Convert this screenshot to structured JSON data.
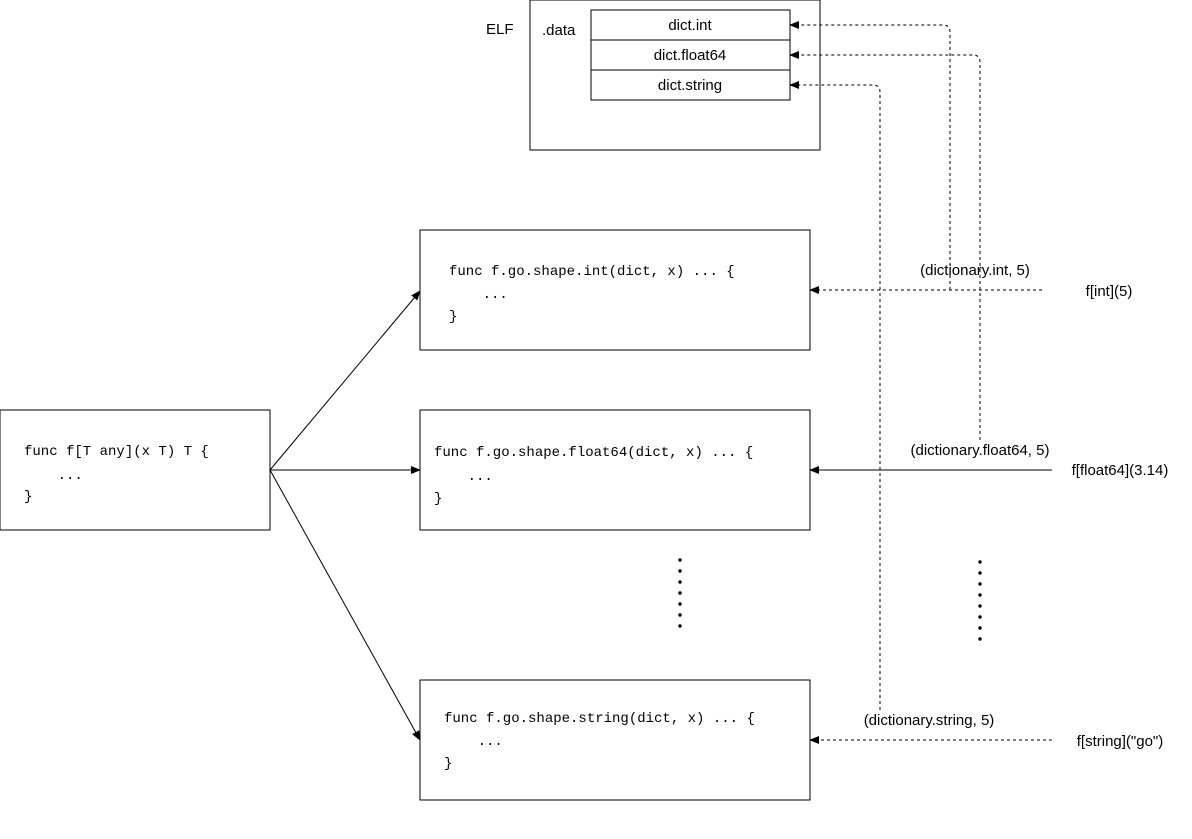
{
  "elf": {
    "label": "ELF",
    "section": ".data",
    "entries": [
      "dict.int",
      "dict.float64",
      "dict.string"
    ]
  },
  "generic_func": {
    "lines": [
      "func f[T any](x T) T {",
      "    ...",
      "}"
    ]
  },
  "shapes": [
    {
      "lines": [
        "func f.go.shape.int(dict, x) ... {",
        "    ...",
        "}"
      ]
    },
    {
      "lines": [
        "func f.go.shape.float64(dict, x) ... {",
        "    ...",
        "}"
      ]
    },
    {
      "lines": [
        "func f.go.shape.string(dict, x) ... {",
        "    ...",
        "}"
      ]
    }
  ],
  "calls": [
    {
      "args": "(dictionary.int, 5)",
      "call": "f[int](5)"
    },
    {
      "args": "(dictionary.float64, 5)",
      "call": "f[float64](3.14)"
    },
    {
      "args": "(dictionary.string, 5)",
      "call": "f[string](\"go\")"
    }
  ]
}
